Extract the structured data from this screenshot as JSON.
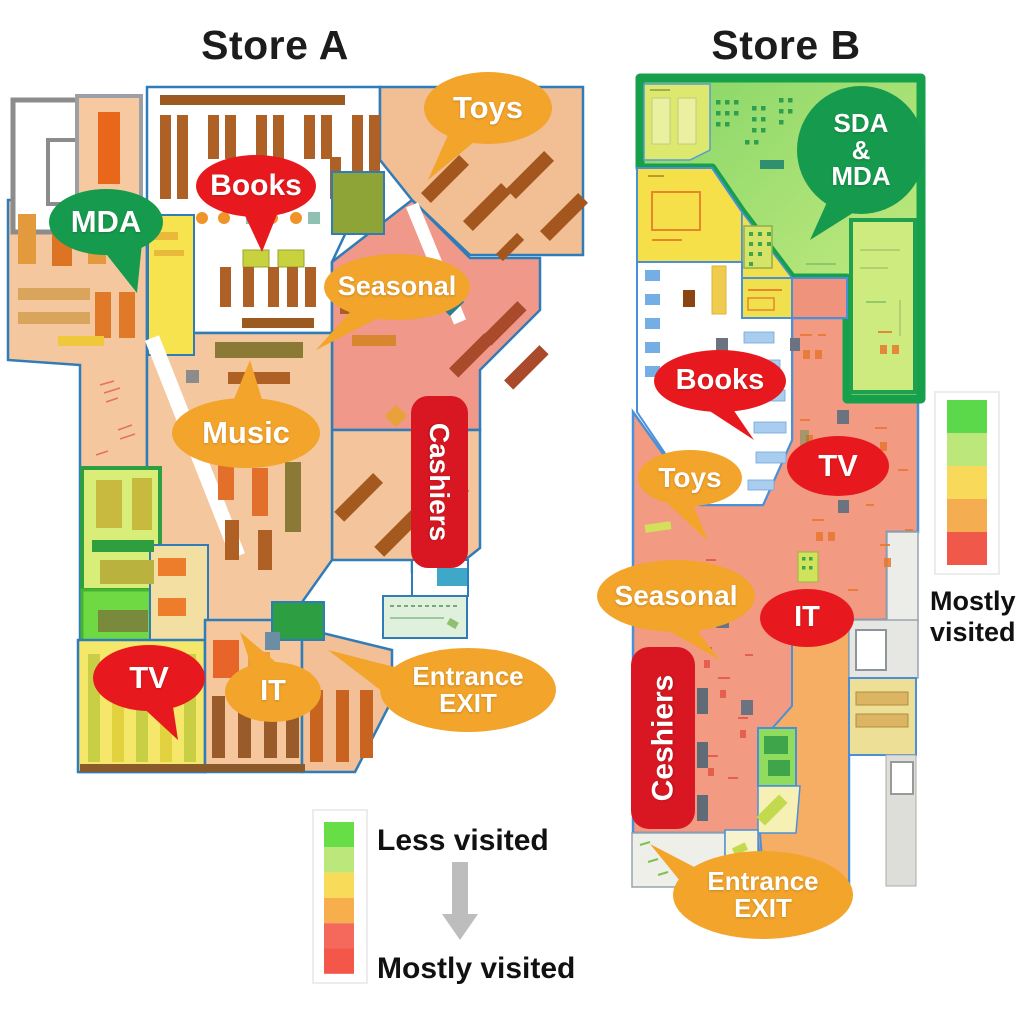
{
  "titles": {
    "store_a": "Store A",
    "store_b": "Store B"
  },
  "store_a": {
    "labels": {
      "mda": "MDA",
      "books": "Books",
      "toys": "Toys",
      "seasonal": "Seasonal",
      "music": "Music",
      "cashiers": "Cashiers",
      "tv": "TV",
      "it": "IT",
      "entrance_line1": "Entrance",
      "entrance_line2": "EXIT"
    }
  },
  "store_b": {
    "labels": {
      "sda_mda_line1": "SDA",
      "sda_mda_line2": "&",
      "sda_mda_line3": "MDA",
      "books": "Books",
      "tv": "TV",
      "toys": "Toys",
      "seasonal": "Seasonal",
      "it": "IT",
      "cashiers": "Ceshiers",
      "entrance_line1": "Entrance",
      "entrance_line2": "EXIT"
    }
  },
  "legend_a": {
    "less_label": "Less visited",
    "most_label": "Mostly visited",
    "colors": [
      "#68DE46",
      "#BCE87B",
      "#F8DB59",
      "#F7AF4E",
      "#F4695B",
      "#F4564A"
    ]
  },
  "legend_b": {
    "most_line1": "Mostly",
    "most_line2": "visited",
    "colors": [
      "#5BD94B",
      "#BCE87B",
      "#F8D95A",
      "#F5AD52",
      "#F0584A"
    ]
  },
  "palette": {
    "bubble_orange": "#F2A42B",
    "bubble_red": "#E8191E",
    "bubble_green": "#169A4D",
    "pill_red": "#D81722",
    "map_outline_blue": "#2F7CB8",
    "store_b_border_green": "#17A04B",
    "heat_peach": "#F5C79E",
    "heat_salmon": "#F39B82",
    "heat_yellow": "#F5E049",
    "heat_orange": "#F5AE63",
    "heat_green": "#6FD943",
    "heat_light_green": "#CDEB7F",
    "legend_arrow_gray": "#BDBDBD"
  }
}
